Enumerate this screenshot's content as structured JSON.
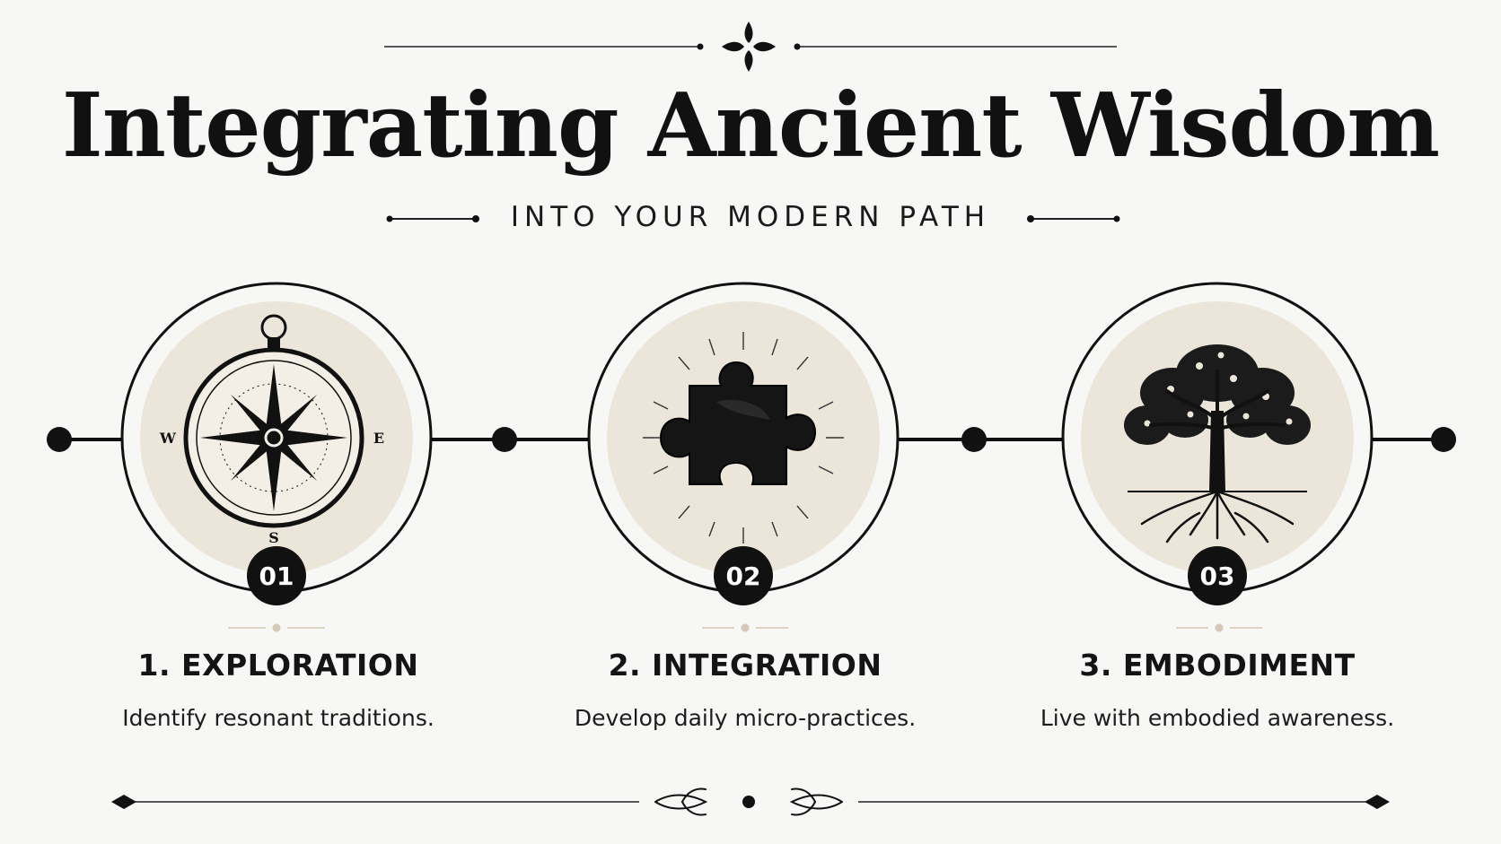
{
  "header": {
    "title": "Integrating Ancient Wisdom",
    "subtitle": "INTO YOUR MODERN PATH"
  },
  "steps": [
    {
      "number": "01",
      "heading": "1. EXPLORATION",
      "description": "Identify resonant traditions.",
      "icon": "compass-icon",
      "compass_labels": {
        "west": "W",
        "east": "E",
        "south": "S"
      }
    },
    {
      "number": "02",
      "heading": "2. INTEGRATION",
      "description": "Develop daily micro-practices.",
      "icon": "puzzle-piece-icon"
    },
    {
      "number": "03",
      "heading": "3. EMBODIMENT",
      "description": "Live with embodied awareness.",
      "icon": "tree-icon"
    }
  ],
  "colors": {
    "background": "#f7f7f6",
    "circle_fill": "#ece6da",
    "ink": "#111111",
    "accent_divider": "#d4c9b4"
  }
}
